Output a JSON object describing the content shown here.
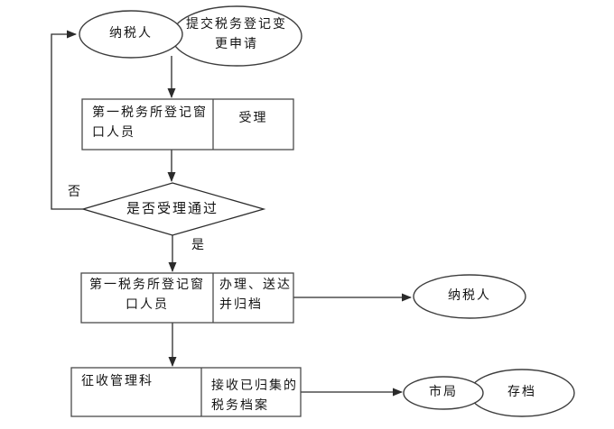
{
  "flowchart": {
    "nodes": {
      "taxpayer_top": "纳税人",
      "submit_application": "提交税务登记变更申请",
      "registration_window_staff_1": "第一税务所登记窗口人员",
      "accept": "受理",
      "decision": "是否受理通过",
      "registration_window_staff_2": "第一税务所登记窗口人员",
      "handle_deliver_archive": "办理、送达并归档",
      "taxpayer_result": "纳税人",
      "collection_management_dept": "征收管理科",
      "receive_collected_archives": "接收已归集的税务档案",
      "city_bureau": "市局",
      "archive": "存档"
    },
    "edge_labels": {
      "no": "否",
      "yes": "是"
    },
    "colors": {
      "stroke": "#3d3d3d",
      "text": "#141414",
      "background": "#ffffff"
    }
  }
}
